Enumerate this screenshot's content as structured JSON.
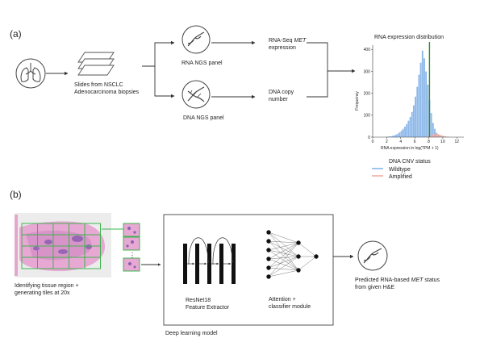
{
  "panel_a": {
    "label": "(a)",
    "slides_label": [
      "Slides from NSCLC",
      "Adenocarcinoma biopsies"
    ],
    "rna_panel_label": "RNA NGS panel",
    "dna_panel_label": "DNA NGS panel",
    "rna_output_label": {
      "prefix": "RNA-Seq ",
      "italic": "MET",
      "line2": "expression"
    },
    "dna_output_label": [
      "DNA copy",
      "number"
    ],
    "legend": {
      "title": "DNA CNV status",
      "items": [
        {
          "name": "Wildtype",
          "color": "#7fb0e8"
        },
        {
          "name": "Amplified",
          "color": "#f0a79c"
        }
      ]
    }
  },
  "panel_b": {
    "label": "(b)",
    "tissue_caption": [
      "Identifying tissue region +",
      "generating tiles at 20x"
    ],
    "resnet_label": [
      "ResNet18",
      "Feature Extractor"
    ],
    "attention_label": [
      "Attention +",
      "classifier module"
    ],
    "model_caption": "Deep learning model",
    "prediction_label": {
      "line1": "Predicted RNA-based ",
      "italic": "MET",
      "line1_suffix": " status",
      "line2": "from given H&E"
    },
    "ellipsis": "⋮"
  },
  "colors": {
    "tile_green": "#3fb34f",
    "tissue_pink": "#e7a8d3",
    "tissue_purple": "#8b5fb2",
    "threshold_green": "#2e8b2e",
    "line": "#333333"
  },
  "chart_data": {
    "type": "bar",
    "title": "RNA expression distribution",
    "xlabel": "RNA expression in log(TPM + 1)",
    "ylabel": "Frequency",
    "xlim": [
      0,
      13
    ],
    "ylim": [
      0,
      420
    ],
    "x_ticks": [
      0,
      2,
      4,
      6,
      8,
      10,
      12
    ],
    "y_ticks": [
      0,
      100,
      200,
      300,
      400
    ],
    "bin_width": 0.25,
    "threshold_x": 8.1,
    "series": [
      {
        "name": "Wildtype",
        "color": "#7fb0e8",
        "bin_starts": [
          2.0,
          2.25,
          2.5,
          2.75,
          3.0,
          3.25,
          3.5,
          3.75,
          4.0,
          4.25,
          4.5,
          4.75,
          5.0,
          5.25,
          5.5,
          5.75,
          6.0,
          6.25,
          6.5,
          6.75,
          7.0,
          7.25,
          7.5,
          7.75,
          8.0,
          8.25,
          8.5,
          8.75,
          9.0,
          9.25,
          9.5,
          9.75,
          10.0,
          10.25,
          10.5,
          10.75
        ],
        "values": [
          2,
          3,
          4,
          6,
          8,
          12,
          16,
          22,
          30,
          38,
          48,
          60,
          75,
          92,
          115,
          145,
          185,
          230,
          285,
          340,
          395,
          360,
          300,
          240,
          170,
          110,
          65,
          38,
          20,
          12,
          7,
          4,
          3,
          2,
          1,
          1
        ]
      },
      {
        "name": "Amplified",
        "color": "#f0a79c",
        "bin_starts": [
          7.5,
          7.75,
          8.0,
          8.25,
          8.5,
          8.75,
          9.0,
          9.25,
          9.5,
          9.75,
          10.0,
          10.25,
          10.5,
          10.75
        ],
        "values": [
          2,
          4,
          6,
          9,
          12,
          15,
          16,
          14,
          11,
          8,
          6,
          4,
          2,
          1
        ]
      }
    ]
  }
}
